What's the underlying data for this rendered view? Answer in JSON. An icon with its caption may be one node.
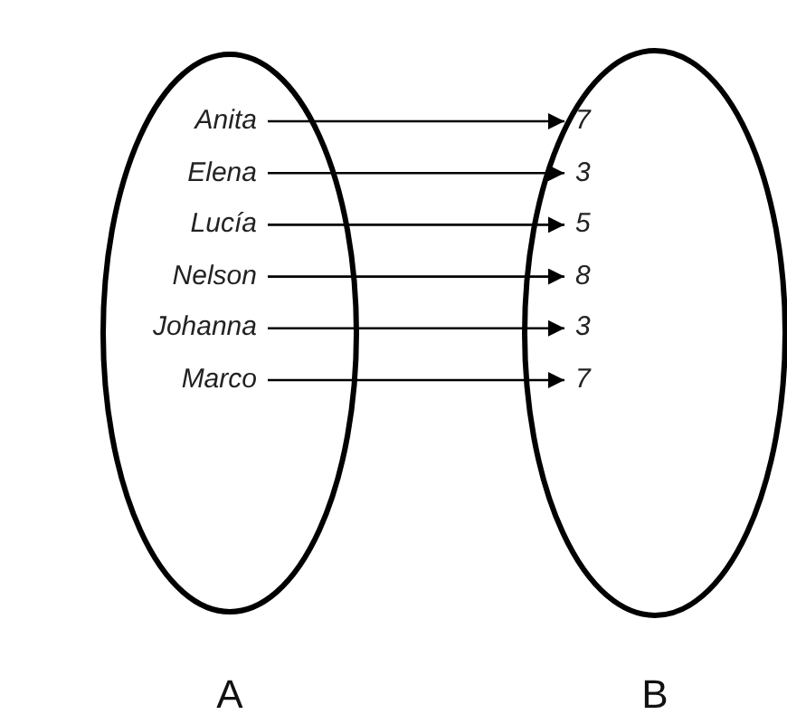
{
  "diagram": {
    "nodes": [
      {
        "text": [
          "A"
        ]
      },
      {
        "text": [
          "Anita"
        ],
        "in": 0
      },
      {
        "text": [
          "Elena"
        ],
        "in": 0
      },
      {
        "text": [
          "Lucía"
        ],
        "in": 0
      },
      {
        "text": [
          "Nelson"
        ],
        "in": 0
      },
      {
        "text": [
          "Johanna"
        ],
        "in": 0
      },
      {
        "text": [
          "Marco"
        ],
        "in": 0
      },
      {
        "text": [
          "B"
        ]
      },
      {
        "text": [
          "7"
        ],
        "in": 7
      },
      {
        "text": [
          "3"
        ],
        "in": 7
      },
      {
        "text": [
          "5"
        ],
        "in": 7
      },
      {
        "text": [
          "8"
        ],
        "in": 7
      },
      {
        "text": [
          "3"
        ],
        "in": 7
      },
      {
        "text": [
          "7"
        ],
        "in": 7
      }
    ],
    "edges": [
      {
        "from": 1,
        "to": 8,
        "arrow": "to"
      },
      {
        "from": 2,
        "to": 9,
        "arrow": "to"
      },
      {
        "from": 3,
        "to": 10,
        "arrow": "to"
      },
      {
        "from": 4,
        "to": 11,
        "arrow": "to"
      },
      {
        "from": 5,
        "to": 12,
        "arrow": "to"
      },
      {
        "from": 6,
        "to": 13,
        "arrow": "to"
      }
    ]
  }
}
